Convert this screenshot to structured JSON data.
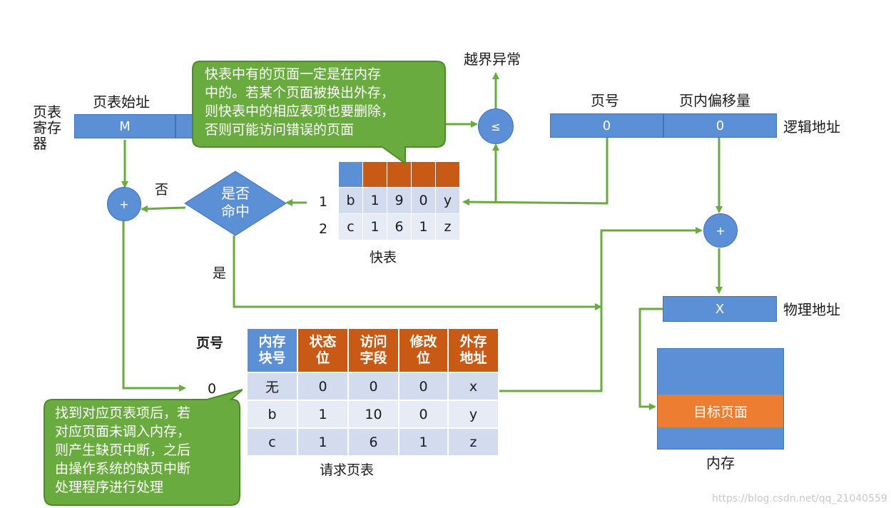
{
  "labels": {
    "pt_register": [
      "页表",
      "寄存",
      "器"
    ],
    "pt_base": "页表始址",
    "pt_register_value": "M",
    "out_of_bounds": "越界异常",
    "compare": "≤",
    "page_no": "页号",
    "offset": "页内偏移量",
    "logical_address": "逻辑地址",
    "page_no_value": "0",
    "offset_value": "0",
    "no": "否",
    "yes": "是",
    "hit": [
      "是否",
      "命中"
    ],
    "plus": "+",
    "tlb_caption": "快表",
    "physical_address": "物理地址",
    "physical_value": "X",
    "target_page": "目标页面",
    "memory": "内存",
    "page_table_caption": "请求页表",
    "page_no_bold": "页号",
    "row_index": "0",
    "watermark": "https://blog.csdn.net/qq_21040559"
  },
  "tlb": {
    "row_numbers": [
      "1",
      "2"
    ],
    "rows": [
      [
        "b",
        "1",
        "9",
        "0",
        "y"
      ],
      [
        "c",
        "1",
        "6",
        "1",
        "z"
      ]
    ]
  },
  "page_table": {
    "headers": [
      [
        "内存",
        "块号"
      ],
      [
        "状态",
        "位"
      ],
      [
        "访问",
        "字段"
      ],
      [
        "修改",
        "位"
      ],
      [
        "外存",
        "地址"
      ]
    ],
    "rows": [
      [
        "无",
        "0",
        "0",
        "0",
        "x"
      ],
      [
        "b",
        "1",
        "10",
        "0",
        "y"
      ],
      [
        "c",
        "1",
        "6",
        "1",
        "z"
      ]
    ]
  },
  "notes": {
    "tlb_note": [
      "快表中有的页面一定是在内存",
      "中的。若某个页面被换出外存，",
      "则快表中的相应表项也要删除，",
      "否则可能访问错误的页面"
    ],
    "fault_note": [
      "找到对应页表项后，若",
      "对应页面未调入内存，",
      "则产生缺页中断，之后",
      "由操作系统的缺页中断",
      "处理程序进行处理"
    ]
  },
  "colors": {
    "box_blue": "#5b8fd6",
    "header_orange": "#c85a16",
    "target_orange": "#ed7d31",
    "note_green": "#6aab3f",
    "arrow_green": "#6aab3f"
  }
}
